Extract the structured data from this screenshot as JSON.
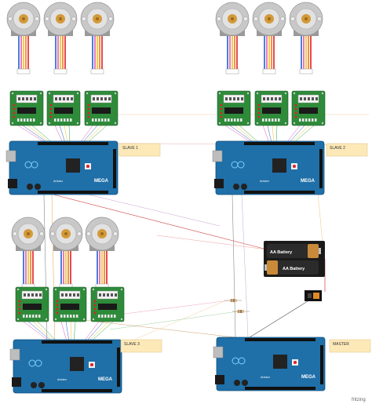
{
  "boards": [
    {
      "label": "SLAVE 1",
      "model": "MEGA",
      "brand": "Arduino"
    },
    {
      "label": "SLAVE 2",
      "model": "MEGA",
      "brand": "Arduino"
    },
    {
      "label": "SLAVE 3",
      "model": "MEGA",
      "brand": "Arduino"
    },
    {
      "label": "MASTER",
      "model": "MEGA",
      "brand": "Arduino"
    }
  ],
  "batteries": [
    {
      "label": "AA Battery"
    },
    {
      "label": "AA Battery"
    }
  ],
  "branding": "fritzing",
  "colors": {
    "board_blue": "#1f6fa8",
    "board_dark": "#0e4f7c",
    "driver_green": "#2e8b3a",
    "motor_gray": "#c8c8c8",
    "note_fill": "#fde9b8",
    "battery_body": "#222222",
    "battery_cap": "#c98a3a"
  },
  "icons": [
    "stepper-motor-icon",
    "driver-board-icon",
    "arduino-mega-icon",
    "battery-icon",
    "resistor-icon",
    "power-switch-icon"
  ]
}
